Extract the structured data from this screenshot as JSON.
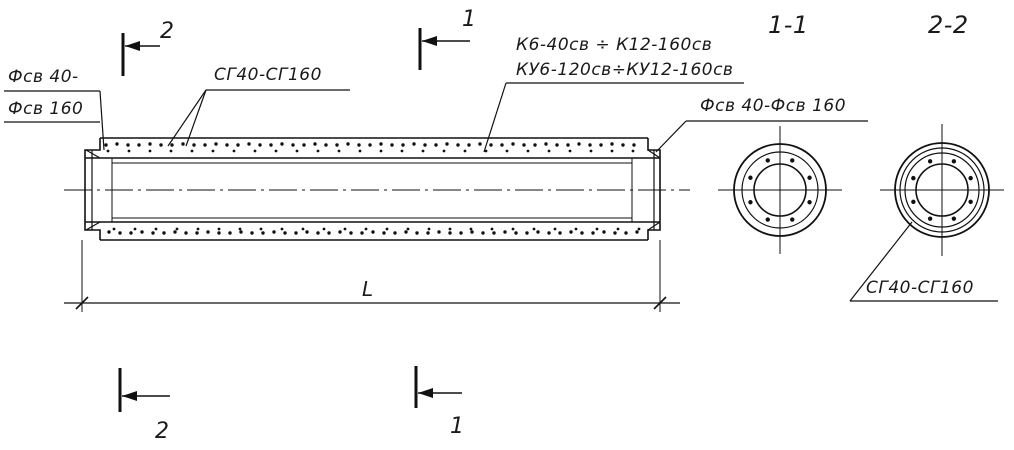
{
  "labels": {
    "cut_top_left": "2",
    "cut_top_mid": "1",
    "cut_bottom_left": "2",
    "cut_bottom_mid": "1",
    "section_1": "1-1",
    "section_2": "2-2",
    "left_fitting_line1": "Фсв 40-",
    "left_fitting_line2": "Фсв 160",
    "top_spiral": "СГ40-СГ160",
    "rings_line1": "К6-40св ÷ К12-160св",
    "rings_line2": "КУ6-120св÷КУ12-160св",
    "right_fitting": "Фсв 40-Фсв 160",
    "section_spiral": "СГ40-СГ160",
    "length": "L"
  }
}
